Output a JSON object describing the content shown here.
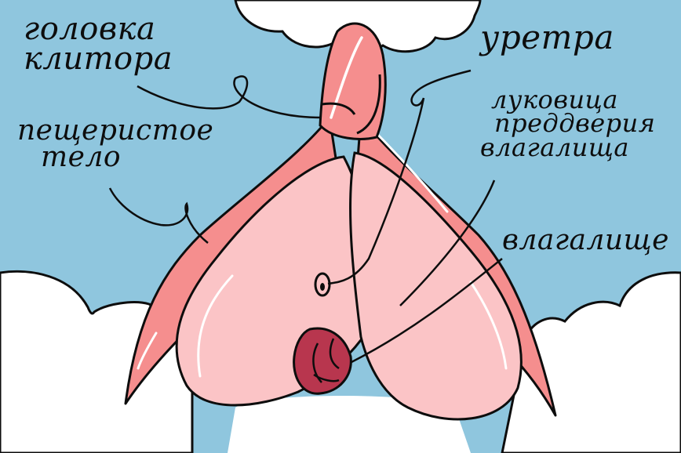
{
  "diagram": {
    "type": "anatomy-illustration",
    "colors": {
      "sky": "#8fc6de",
      "cloud": "#ffffff",
      "outline": "#0d0d0d",
      "crura": "#f58e8e",
      "bulbs": "#fbc4c6",
      "glans": "#f58e8e",
      "vaginal_opening": "#b8364e",
      "highlight": "#ffffff"
    },
    "labels": [
      {
        "id": "glans",
        "lines": [
          "головка",
          "клитора"
        ]
      },
      {
        "id": "urethra",
        "lines": [
          "уретра"
        ]
      },
      {
        "id": "vestibular-bulb",
        "lines": [
          "луковица",
          "преддверия",
          "влагалища"
        ]
      },
      {
        "id": "corpus-cavernosum",
        "lines": [
          "пещеристое",
          "тело"
        ]
      },
      {
        "id": "vagina",
        "lines": [
          "влагалище"
        ]
      }
    ]
  }
}
